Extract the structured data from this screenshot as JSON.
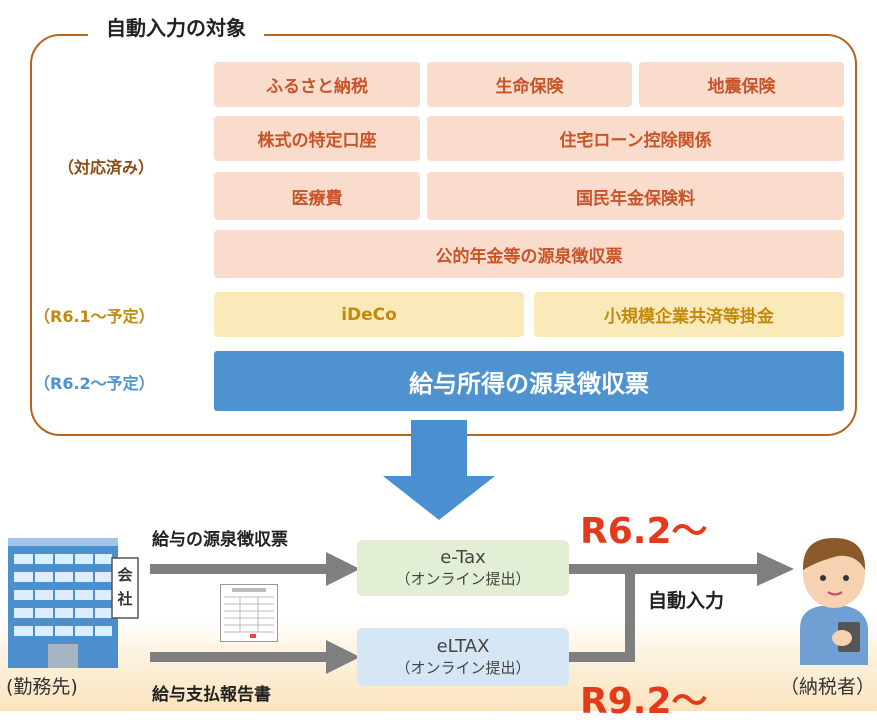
{
  "frame": {
    "title": "自動入力の対象"
  },
  "status_labels": {
    "done": "（対応済み）",
    "r61": "（R6.1～予定）",
    "r62": "（R6.2～予定）"
  },
  "items_done": [
    "ふるさと納税",
    "生命保険",
    "地震保険",
    "株式の特定口座",
    "住宅ローン控除関係",
    "医療費",
    "国民年金保険料",
    "公的年金等の源泉徴収票"
  ],
  "items_r61": [
    "iDeCo",
    "小規模企業共済等掛金"
  ],
  "item_r62": "給与所得の源泉徴収票",
  "flow": {
    "top_doc_label": "給与の源泉徴収票",
    "bottom_doc_label": "給与支払報告書",
    "etax_line1": "e-Tax",
    "etax_line2": "（オンライン提出）",
    "eltax_line1": "eLTAX",
    "eltax_line2": "（オンライン提出）",
    "auto_input": "自動入力",
    "date_top": "R6.2～",
    "date_bottom": "R9.2～",
    "employer_label": "(勤務先)",
    "taxpayer_label": "（納税者）",
    "building_sign": [
      "会",
      "社"
    ]
  },
  "colors": {
    "frame": "#b5651d",
    "done_bg": "#f9dccb",
    "done_text": "#c9542a",
    "r61_bg": "#fbeab9",
    "r61_text": "#c18a0d",
    "r62_bar": "#4e92cf",
    "r62_text": "#4e92cf",
    "date_red": "#e5391c",
    "arrow_gray": "#7f7f7f",
    "big_arrow": "#4a8fd0"
  }
}
